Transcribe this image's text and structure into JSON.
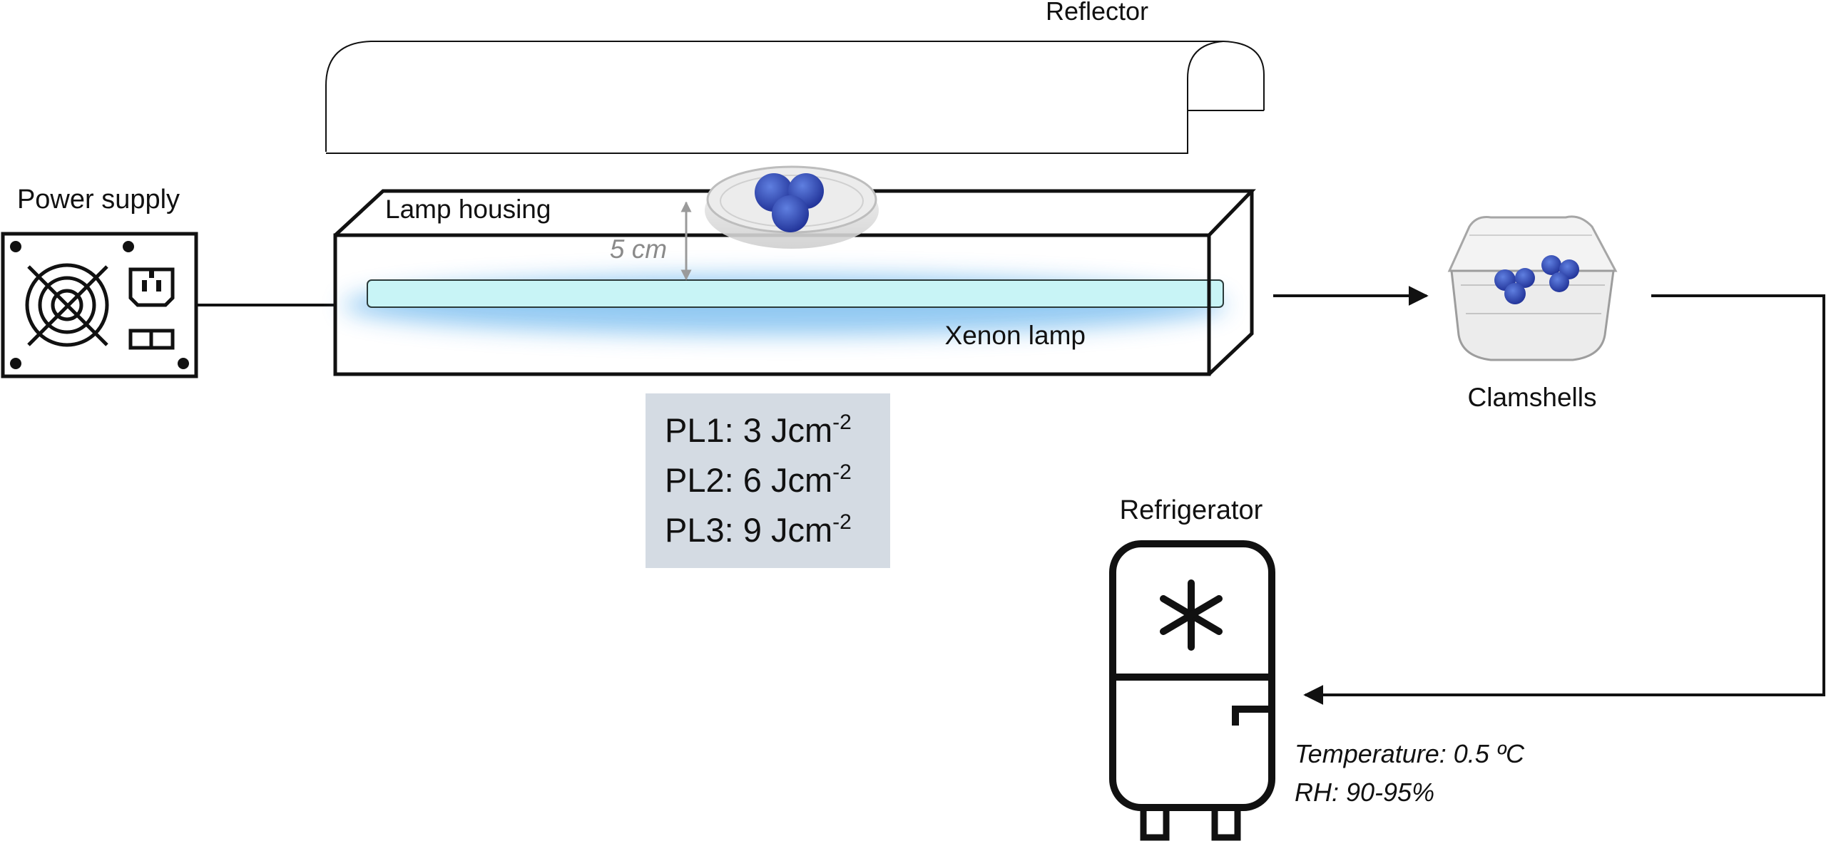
{
  "labels": {
    "reflector": "Reflector",
    "power_supply": "Power supply",
    "lamp_housing": "Lamp housing",
    "distance": "5 cm",
    "xenon_lamp": "Xenon lamp",
    "clamshells": "Clamshells",
    "refrigerator": "Refrigerator",
    "temperature": "Temperature: 0.5 ºC",
    "rh": "RH: 90-95%"
  },
  "treatments": [
    {
      "name": "PL1",
      "value": "3",
      "unit": "Jcm",
      "exponent": "-2"
    },
    {
      "name": "PL2",
      "value": "6",
      "unit": "Jcm",
      "exponent": "-2"
    },
    {
      "name": "PL3",
      "value": "9",
      "unit": "Jcm",
      "exponent": "-2"
    }
  ],
  "colors": {
    "line": "#111111",
    "lamp_glow": "#8fc8f2",
    "lamp_tube": "#c8f4f6",
    "dose_box": "#d4dbe3",
    "berry": "#2f48a8",
    "distance_text": "#8a8a8a"
  },
  "icons": [
    "power-supply-icon",
    "fan-icon",
    "power-socket-icon",
    "reflector-icon",
    "petri-dish-icon",
    "blueberry-icon",
    "clamshell-icon",
    "refrigerator-icon",
    "snowflake-icon"
  ]
}
